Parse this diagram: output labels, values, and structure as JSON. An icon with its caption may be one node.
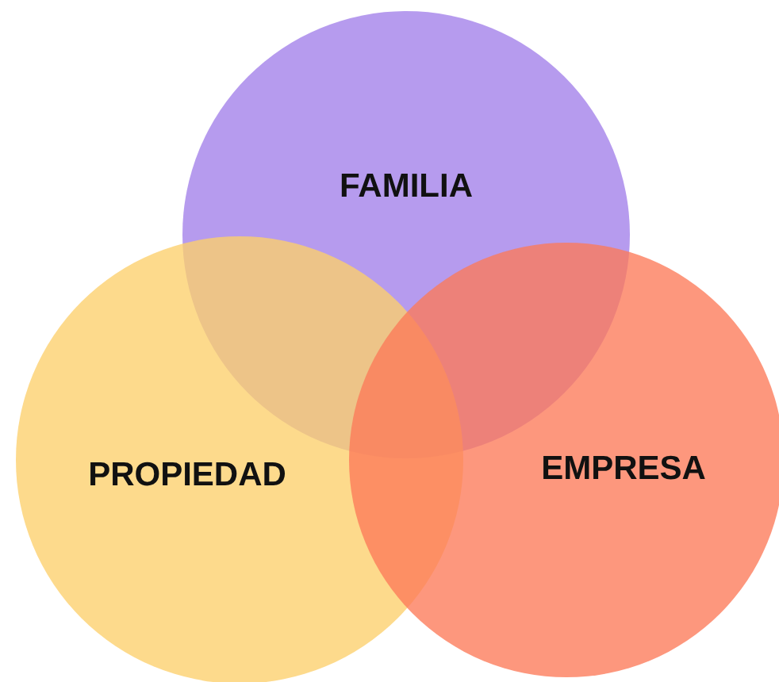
{
  "diagram": {
    "nodes": [
      {
        "text": [
          "FAMILIA"
        ]
      },
      {
        "text": [
          "PROPIEDAD"
        ]
      },
      {
        "text": [
          "EMPRESA"
        ]
      }
    ]
  }
}
